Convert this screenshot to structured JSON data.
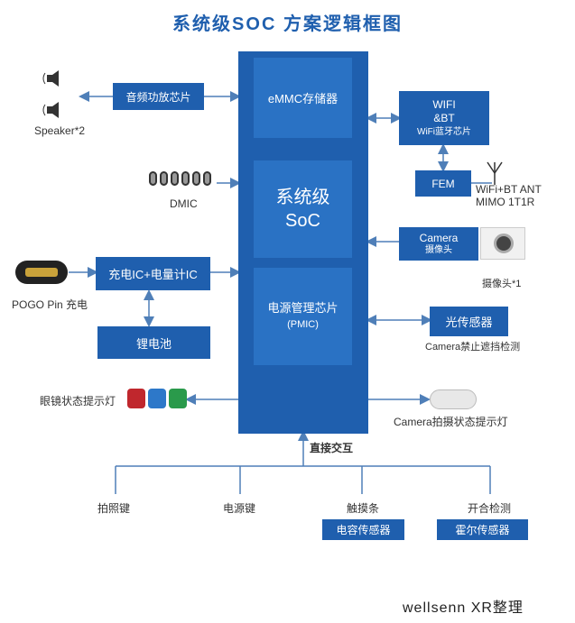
{
  "title": "系统级SOC 方案逻辑框图",
  "soc": {
    "emmc": "eMMC存储器",
    "core_line1": "系统级",
    "core_line2": "SoC",
    "pmic_line1": "电源管理芯片",
    "pmic_line2": "(PMIC)"
  },
  "left": {
    "audio_chip": "音频功放芯片",
    "speaker_label": "Speaker*2",
    "dmic_label": "DMIC",
    "charge_ic": "充电IC+电量计IC",
    "pogo_label": "POGO Pin 充电",
    "battery": "锂电池",
    "glasses_led_label": "眼镜状态提示灯"
  },
  "right": {
    "wifi_line1": "WIFI",
    "wifi_line2": "&BT",
    "wifi_line3": "WiFi蓝牙芯片",
    "fem": "FEM",
    "antenna_line1": "WiFi+BT ANT",
    "antenna_line2": "MIMO 1T1R",
    "camera_line1": "Camera",
    "camera_line2": "摄像头",
    "camera_count": "摄像头*1",
    "light_sensor": "光传感器",
    "light_sensor_desc": "Camera禁止遮挡检测",
    "camera_led_label": "Camera拍摄状态提示灯"
  },
  "bottom": {
    "direct_label": "直接交互",
    "photo_key": "拍照键",
    "power_key": "电源键",
    "touch_bar": "触摸条",
    "capacitive_sensor": "电容传感器",
    "open_close_detect": "开合检测",
    "hall_sensor": "霍尔传感器"
  },
  "footer": "wellsenn XR整理",
  "colors": {
    "primary": "#1f5fae",
    "inner": "#2a72c4",
    "line": "#4f7fb8"
  },
  "icons": [
    "speaker-icon",
    "microphone-icon",
    "pogo-pin-icon",
    "led-icon",
    "camera-module-icon",
    "antenna-icon",
    "lamp-icon"
  ]
}
